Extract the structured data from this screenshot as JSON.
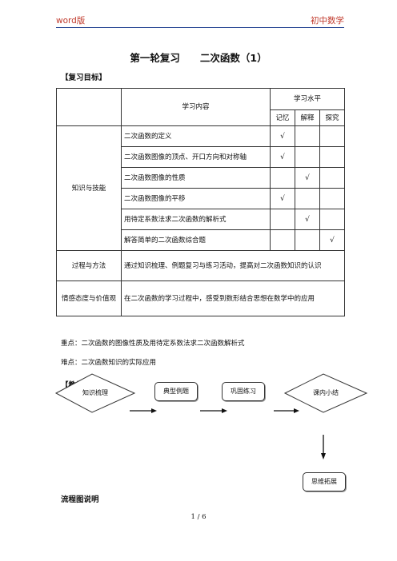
{
  "header": {
    "left": "word版",
    "right": "初中数学"
  },
  "title": "第一轮复习　　二次函数（1）",
  "sections": {
    "goals": "【复习目标】",
    "flow": "【教学流程】",
    "flow_desc": "流程图说明"
  },
  "table": {
    "col_content": "学习内容",
    "col_level": "学习水平",
    "levels": [
      "记忆",
      "解释",
      "探究"
    ],
    "group1": "知识与技能",
    "rows": [
      {
        "text": "二次函数的定义",
        "check": "√",
        "level": 0
      },
      {
        "text": "二次函数图像的顶点、开口方向和对称轴",
        "check": "√",
        "level": 0
      },
      {
        "text": "二次函数图像的性质",
        "check": "√",
        "level": 1
      },
      {
        "text": "二次函数图像的平移",
        "check": "√",
        "level": 0
      },
      {
        "text": "用待定系数法求二次函数的解析式",
        "check": "√",
        "level": 1
      },
      {
        "text": "解答简单的二次函数综合题",
        "check": "√",
        "level": 2
      }
    ],
    "process_label": "过程与方法",
    "process_text": "通过知识梳理、例题复习与练习活动，提高对二次函数知识的认识",
    "attitude_label": "情感态度与价值观",
    "attitude_text": "在二次函数的学习过程中，感受到数形结合思想在数学中的应用"
  },
  "key_point": "重点：二次函数的图像性质及用待定系数法求二次函数解析式",
  "difficult_point": "难点：二次函数知识的实际应用",
  "flow": {
    "n1": "知识梳理",
    "n2": "典型例题",
    "n3": "巩固练习",
    "n4": "课内小结",
    "n5": "思维拓展"
  },
  "footer": "1 / 6"
}
